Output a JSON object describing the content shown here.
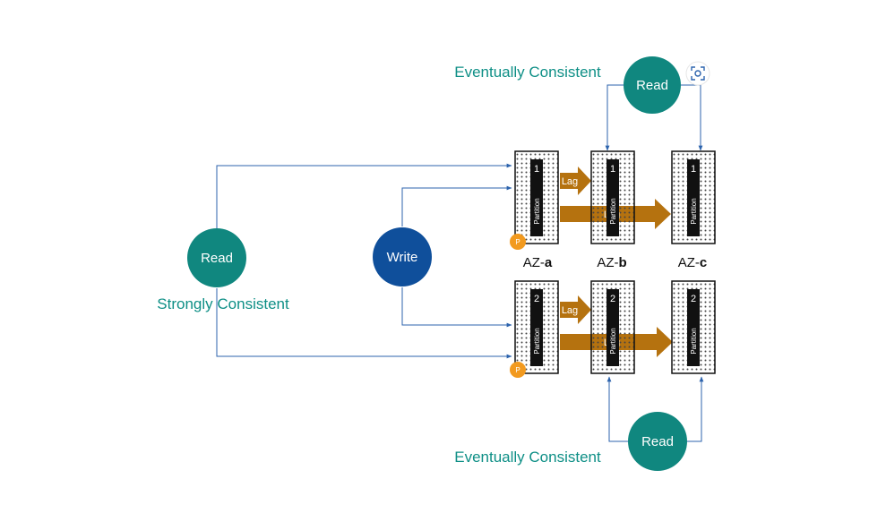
{
  "colors": {
    "read_circle": "#10877f",
    "write_circle": "#0f4f9b",
    "connector": "#2c63ad",
    "lag_arrow": "#b5720f",
    "consistency_text": "#0e8f86",
    "primary_badge": "#f29a1f",
    "partition_bar": "#111111"
  },
  "nodes": {
    "read_strong": "Read",
    "write": "Write",
    "read_eventual_top": "Read",
    "read_eventual_bottom": "Read"
  },
  "labels": {
    "strongly_consistent": "Strongly Consistent",
    "eventually_consistent_top": "Eventually Consistent",
    "eventually_consistent_bottom": "Eventually Consistent"
  },
  "availability_zones": [
    {
      "prefix": "AZ-",
      "suffix": "a"
    },
    {
      "prefix": "AZ-",
      "suffix": "b"
    },
    {
      "prefix": "AZ-",
      "suffix": "c"
    }
  ],
  "partitions": [
    {
      "number": "1",
      "label": "Partition"
    },
    {
      "number": "2",
      "label": "Partition"
    }
  ],
  "lag_label": "Lag",
  "primary_badge": "P",
  "icons": {
    "top_right": "visual-search-icon"
  }
}
